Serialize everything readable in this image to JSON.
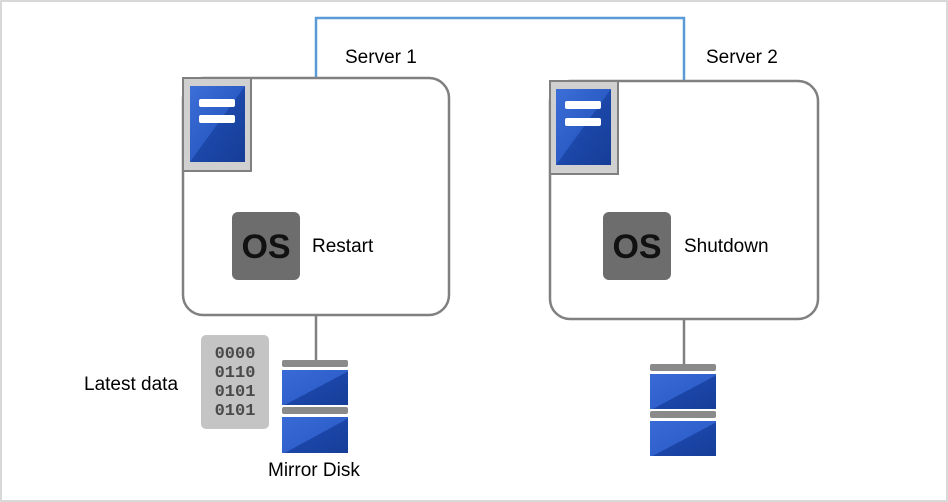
{
  "diagram": {
    "server1": {
      "label": "Server 1",
      "os_badge": "OS",
      "os_state": "Restart"
    },
    "server2": {
      "label": "Server 2",
      "os_badge": "OS",
      "os_state": "Shutdown"
    },
    "latest_data": {
      "label": "Latest data",
      "bits": [
        "0000",
        "0110",
        "0101",
        "0101"
      ]
    },
    "mirror_disk": {
      "label": "Mirror Disk"
    },
    "colors": {
      "frame": "#cccccc",
      "server_box_stroke": "#808080",
      "network_line": "#5b9bd5",
      "icon_blue": "#1f4fb4",
      "icon_blue_light": "#3b6fd6",
      "os_badge": "#6d6d6d",
      "disk_separator": "#8a8a8a",
      "data_card": "#c4c4c4"
    }
  }
}
